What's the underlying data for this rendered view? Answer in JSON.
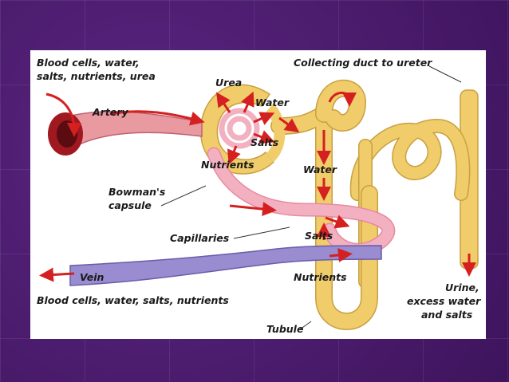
{
  "diagram": {
    "labels": {
      "top_left_line1": "Blood cells, water,",
      "top_left_line2": "salts, nutrients, urea",
      "artery": "Artery",
      "urea": "Urea",
      "water_top": "Water",
      "salts_top": "Salts",
      "nutrients_top": "Nutrients",
      "bowmans_line1": "Bowman's",
      "bowmans_line2": "capsule",
      "capillaries": "Capillaries",
      "vein": "Vein",
      "bottom_left": "Blood cells, water, salts, nutrients",
      "collecting_duct": "Collecting duct to ureter",
      "water_mid": "Water",
      "salts_mid": "Salts",
      "nutrients_mid": "Nutrients",
      "tubule": "Tubule",
      "urine_line1": "Urine,",
      "urine_line2": "excess water",
      "urine_line3": "and salts"
    },
    "colors": {
      "artery": "#e89aa0",
      "artery_dark": "#7a1018",
      "vein": "#9a8cd0",
      "tubule": "#f0cd6a",
      "arrow": "#d42020",
      "capillary": "#f2b0c0"
    }
  }
}
